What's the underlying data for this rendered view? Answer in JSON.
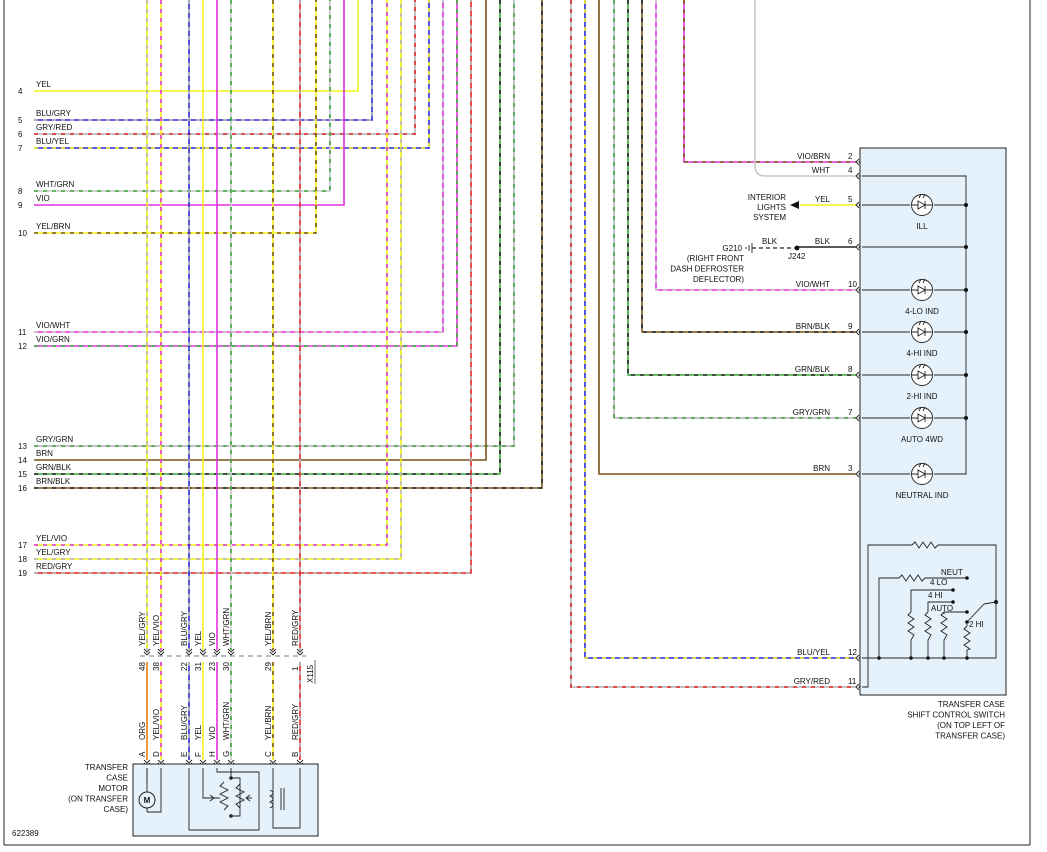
{
  "colors": {
    "YEL": "#f2f21a",
    "BLU": "#2a2ad6",
    "GRY": "#b4b4b4",
    "RED": "#e02424",
    "BRN": "#7a5418",
    "VIO": "#e030e0",
    "WHT": "#c8c8c8",
    "GRN": "#3aa63a",
    "BLK": "#222222",
    "ORG": "#f07a12",
    "LBLUE": "#e6f2fb"
  },
  "left_connector": {
    "rows": [
      {
        "pin": "4",
        "label": "YEL"
      },
      {
        "pin": "5",
        "label": "BLU/GRY"
      },
      {
        "pin": "6",
        "label": "GRY/RED"
      },
      {
        "pin": "7",
        "label": "BLU/YEL"
      },
      {
        "pin": "8",
        "label": "WHT/GRN"
      },
      {
        "pin": "9",
        "label": "VIO"
      },
      {
        "pin": "10",
        "label": "YEL/BRN"
      },
      {
        "pin": "11",
        "label": "VIO/WHT"
      },
      {
        "pin": "12",
        "label": "VIO/GRN"
      },
      {
        "pin": "13",
        "label": "GRY/GRN"
      },
      {
        "pin": "14",
        "label": "BRN"
      },
      {
        "pin": "15",
        "label": "GRN/BLK"
      },
      {
        "pin": "16",
        "label": "BRN/BLK"
      },
      {
        "pin": "17",
        "label": "YEL/VIO"
      },
      {
        "pin": "18",
        "label": "YEL/GRY"
      },
      {
        "pin": "19",
        "label": "RED/GRY"
      }
    ]
  },
  "x115": {
    "name": "X115",
    "wires": [
      {
        "pin": "48",
        "label": "YEL/GRY"
      },
      {
        "pin": "38",
        "label": "YEL/VIO"
      },
      {
        "pin": "22",
        "label": "BLU/GRY"
      },
      {
        "pin": "31",
        "label": "YEL"
      },
      {
        "pin": "23",
        "label": "VIO"
      },
      {
        "pin": "30",
        "label": "WHT/GRN"
      },
      {
        "pin": "29",
        "label": "YEL/BRN"
      },
      {
        "pin": "1",
        "label": "RED/GRY"
      }
    ]
  },
  "motor": {
    "title_lines": [
      "TRANSFER",
      "CASE",
      "MOTOR",
      "(ON TRANSFER",
      "CASE)"
    ],
    "symbol": "M",
    "pins": [
      {
        "pin": "A",
        "label": "ORG"
      },
      {
        "pin": "D",
        "label": "YEL/VIO"
      },
      {
        "pin": "E",
        "label": "BLU/GRY"
      },
      {
        "pin": "F",
        "label": "YEL"
      },
      {
        "pin": "H",
        "label": "VIO"
      },
      {
        "pin": "G",
        "label": "WHT/GRN"
      },
      {
        "pin": "C",
        "label": "YEL/BRN"
      },
      {
        "pin": "B",
        "label": "RED/GRY"
      }
    ]
  },
  "switch": {
    "title_lines": [
      "TRANSFER CASE",
      "SHIFT CONTROL SWITCH",
      "(ON TOP LEFT OF",
      "TRANSFER CASE)"
    ],
    "wires": [
      {
        "pin": "2",
        "label": "VIO/BRN"
      },
      {
        "pin": "4",
        "label": "WHT"
      },
      {
        "pin": "5",
        "label": "YEL"
      },
      {
        "pin": "6",
        "label": "BLK"
      },
      {
        "pin": "10",
        "label": "VIO/WHT"
      },
      {
        "pin": "9",
        "label": "BRN/BLK"
      },
      {
        "pin": "8",
        "label": "GRN/BLK"
      },
      {
        "pin": "7",
        "label": "GRY/GRN"
      },
      {
        "pin": "3",
        "label": "BRN"
      },
      {
        "pin": "12",
        "label": "BLU/YEL"
      },
      {
        "pin": "11",
        "label": "GRY/RED"
      }
    ],
    "indicators": [
      "ILL",
      "4-LO IND",
      "4-HI IND",
      "2-HI IND",
      "AUTO 4WD",
      "NEUTRAL IND"
    ],
    "positions": [
      "NEUT",
      "4 LO",
      "4 HI",
      "AUTO",
      "2 HI"
    ]
  },
  "interior_lights": [
    "INTERIOR",
    "LIGHTS",
    "SYSTEM"
  ],
  "ground": {
    "name": "G210",
    "splice": "J242",
    "wire_label": "BLK",
    "location_lines": [
      "(RIGHT FRONT",
      "DASH DEFROSTER",
      "DEFLECTOR)"
    ]
  },
  "figure_id": "622389"
}
